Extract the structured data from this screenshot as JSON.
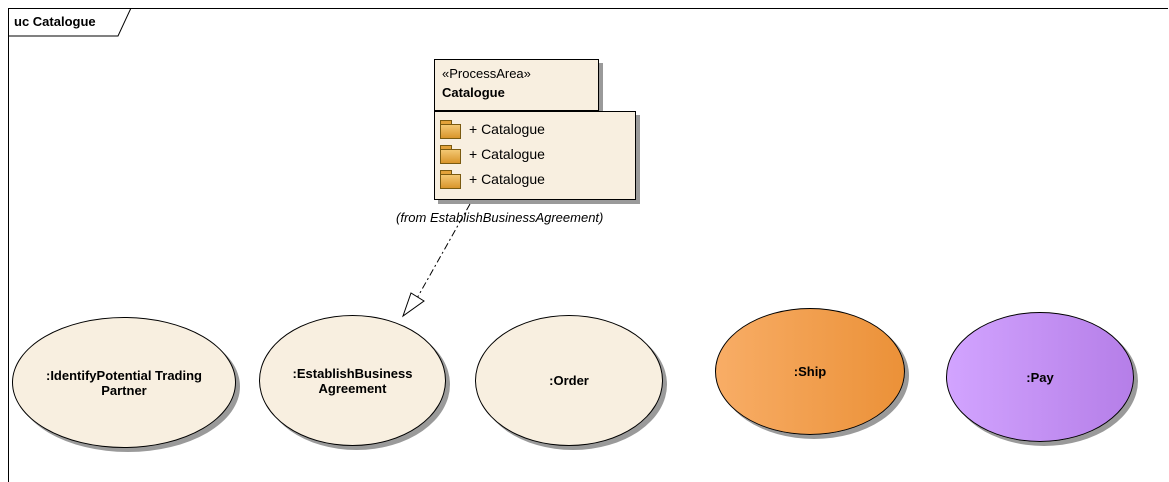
{
  "frame": {
    "title": "uc Catalogue"
  },
  "package": {
    "stereotype": "«ProcessArea»",
    "name": "Catalogue",
    "items": [
      {
        "label": "+ Catalogue",
        "icon": "folder-icon"
      },
      {
        "label": "+ Catalogue",
        "icon": "folder-icon"
      },
      {
        "label": "+ Catalogue",
        "icon": "folder-icon"
      }
    ],
    "from_note": "(from EstablishBusinessAgreement)"
  },
  "use_cases": [
    {
      "line1": ":IdentifyPotential Trading",
      "line2": "Partner"
    },
    {
      "line1": ":EstablishBusiness",
      "line2": "Agreement"
    },
    {
      "line1": ":Order"
    },
    {
      "line1": ":Ship",
      "color": "#f39c4d"
    },
    {
      "line1": ":Pay",
      "color": "#c792f7"
    }
  ],
  "colors": {
    "element_fill": "#f8efe0",
    "ship": "#f39c4d",
    "pay": "#c792f7"
  }
}
